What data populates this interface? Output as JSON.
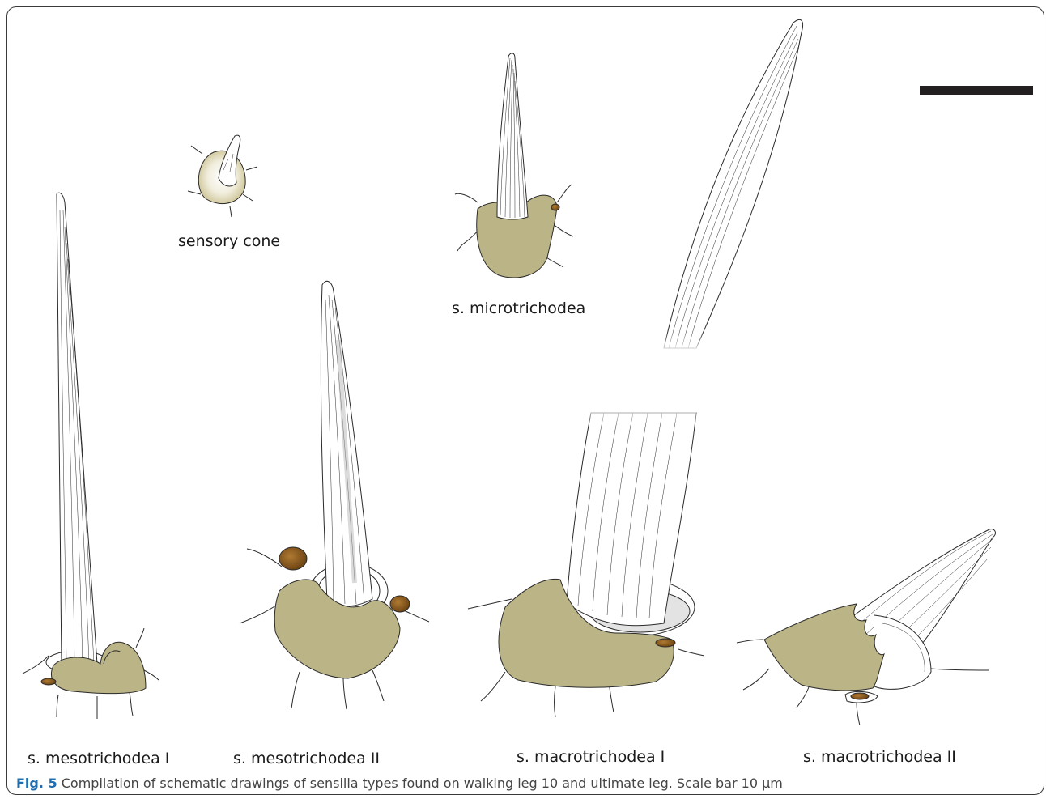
{
  "labels": {
    "sensory_cone": "sensory cone",
    "microtrichodea": "s. microtrichodea",
    "mesotrichodea_1": "s. mesotrichodea I",
    "mesotrichodea_2": "s. mesotrichodea II",
    "macrotrichodea_1": "s. macrotrichodea I",
    "macrotrichodea_2": "s. macrotrichodea II"
  },
  "caption": {
    "prefix": "Fig. 5",
    "text": " Compilation of schematic drawings of sensilla types found on walking leg 10 and ultimate leg. Scale bar 10 μm"
  },
  "colors": {
    "socket": "#bab487",
    "gland": "#8a5a1e",
    "outline": "#2a2a2a",
    "scale_bar": "#231f20",
    "caption_accent": "#1f6fb0"
  }
}
